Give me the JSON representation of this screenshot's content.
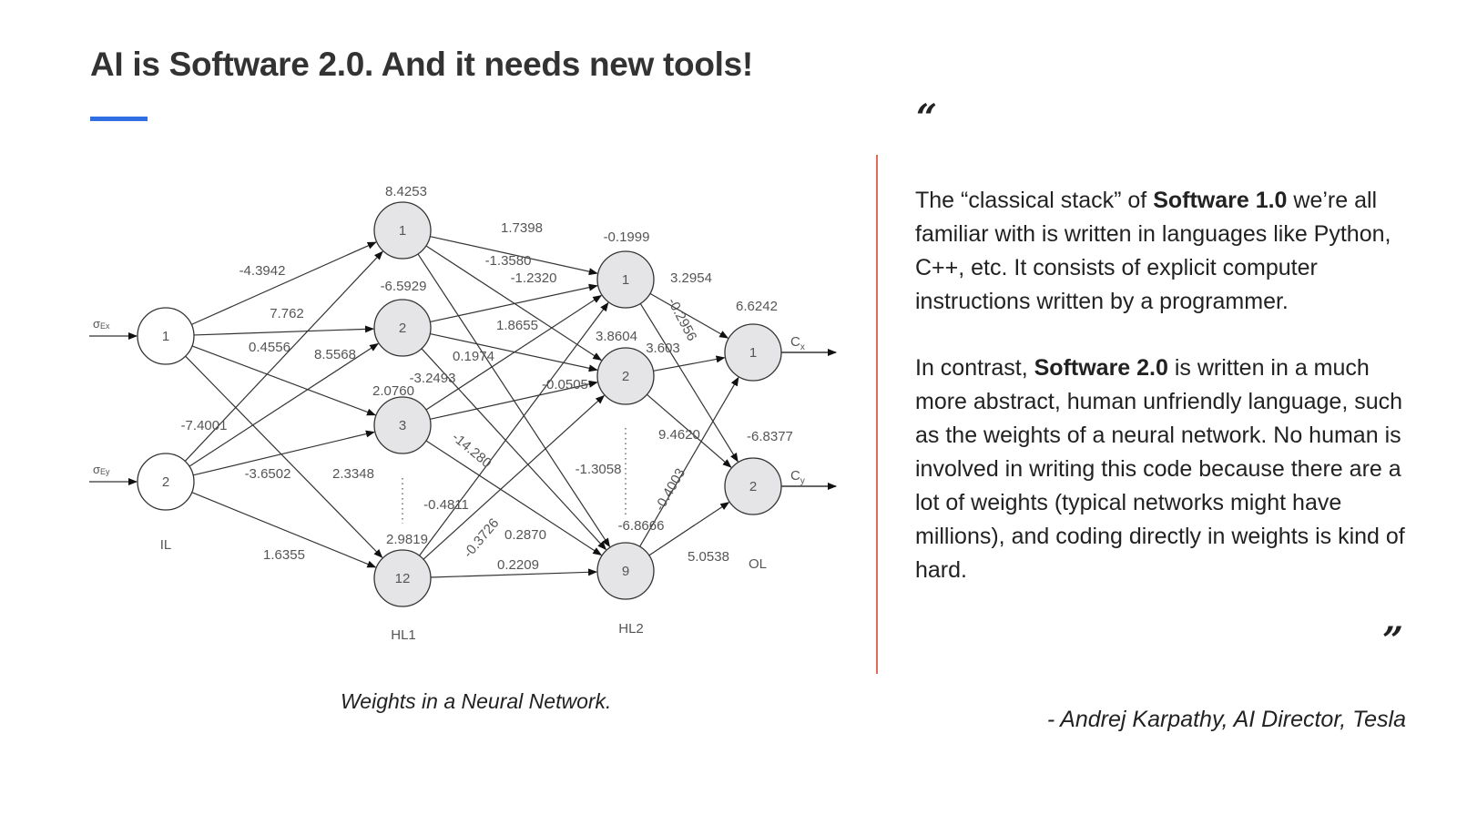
{
  "title": "AI is Software 2.0. And it needs new tools!",
  "diagram": {
    "caption": "Weights in a Neural Network.",
    "layer_labels": {
      "il": "IL",
      "hl1": "HL1",
      "hl2": "HL2",
      "ol": "OL"
    },
    "inputs": [
      {
        "sym": "σ",
        "sub": "Ex"
      },
      {
        "sym": "σ",
        "sub": "Ey"
      }
    ],
    "outputs": [
      {
        "sym": "C",
        "sub": "x"
      },
      {
        "sym": "C",
        "sub": "y"
      }
    ],
    "nodes": {
      "il": [
        "1",
        "2"
      ],
      "hl1": [
        "1",
        "2",
        "3",
        "12"
      ],
      "hl2": [
        "1",
        "2",
        "9"
      ],
      "ol": [
        "1",
        "2"
      ]
    },
    "biases": {
      "hl1": [
        "8.4253",
        "-6.5929",
        "2.0760",
        "2.9819"
      ],
      "hl2": [
        "-0.1999",
        "3.8604",
        "9.4620"
      ],
      "ol": [
        "6.6242",
        "-6.8377"
      ]
    },
    "weights": {
      "il_hl1": [
        "-4.3942",
        "7.762",
        "0.4556",
        "8.5568",
        "-7.4001",
        "-3.6502",
        "2.3348",
        "1.6355"
      ],
      "hl1_hl2": [
        "1.7398",
        "-1.3580",
        "-1.2320",
        "1.8655",
        "0.1974",
        "-3.2493",
        "-0.0505",
        "-14.280",
        "-1.3058",
        "-0.4811",
        "-0.3726",
        "0.2870",
        "0.2209"
      ],
      "hl2_ol": [
        "3.2954",
        "-0.2956",
        "3.603",
        "-0.4003",
        "-6.8666",
        "5.0538"
      ]
    }
  },
  "quote": {
    "open_mark": "“",
    "close_mark": "”",
    "p1_a": "The “classical stack” of ",
    "p1_b": "Software 1.0",
    "p1_c": " we’re all familiar with is written in languages like Python, C++, etc. It consists of explicit computer instructions written by a programmer.",
    "p2_a": "In contrast, ",
    "p2_b": "Software 2.0",
    "p2_c": " is written in a much more abstract, human unfriendly language, such as the weights of a neural network. No human is involved in writing this code because there are a lot of weights (typical networks might have millions), and coding directly in weights is kind of hard.",
    "attribution": "- Andrej Karpathy, AI Director, Tesla"
  },
  "colors": {
    "accent_underline": "#2f6fe3",
    "divider": "#e06a5c",
    "node_fill": "#e5e4e6"
  },
  "icons": {
    "open_quote": "open-quote-icon",
    "close_quote": "close-quote-icon"
  }
}
